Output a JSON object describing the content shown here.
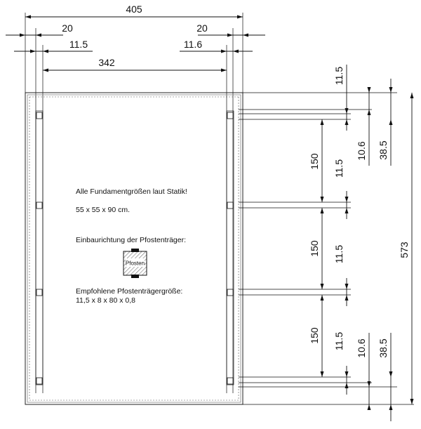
{
  "dimensions_top": {
    "total_width": "405",
    "left_offset_outer": "20",
    "right_offset_outer": "20",
    "left_offset_inner": "11.5",
    "right_offset_inner": "11.6",
    "post_span": "342"
  },
  "dimensions_right": {
    "post_spacing_1": "150",
    "post_spacing_2": "150",
    "post_spacing_3": "150",
    "edge_top": "11.5",
    "inner_1": "11.5",
    "inner_2": "11.5",
    "edge_bottom": "11.5",
    "top_small": "10.6",
    "top_large": "38.5",
    "bottom_small": "10.6",
    "bottom_large": "38.5",
    "total_height": "573"
  },
  "notes": {
    "foundation": "Alle Fundamentgrößen laut Statik!",
    "foundation_size": "55 x 55 x 90 cm.",
    "install_direction": "Einbaurichtung der Pfostenträger:",
    "post_label": "Pfosten",
    "recommended": "Empfohlene Pfostenträgergröße:",
    "recommended_size": "11,5 x 8 x 80 x 0,8"
  }
}
